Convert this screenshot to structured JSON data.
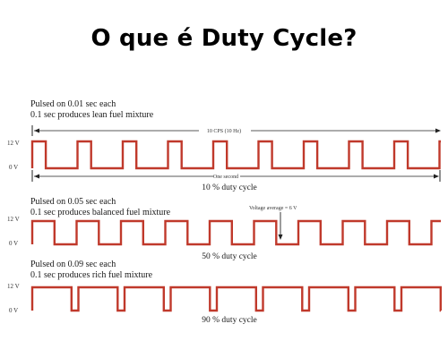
{
  "title": "O que é Duty Cycle?",
  "colors": {
    "pulse": "#c0392b",
    "axis": "#222222"
  },
  "panels": [
    {
      "line1": "Pulsed on 0.01 sec each",
      "line2": "0.1 sec produces lean fuel mixture",
      "high_label": "12 V",
      "low_label": "0 V",
      "duty": 0.3,
      "caption": "10 % duty cycle",
      "span_label": "10 CPS (10 Hz)",
      "period_label": "One second"
    },
    {
      "line1": "Pulsed on 0.05 sec each",
      "line2": "0.1 sec produces balanced fuel mixture",
      "high_label": "12 V",
      "low_label": "0 V",
      "duty": 0.5,
      "caption": "50 % duty cycle",
      "avg_label": "Voltage average = 6 V"
    },
    {
      "line1": "Pulsed on 0.09 sec each",
      "line2": "0.1 sec produces rich fuel mixture",
      "high_label": "12 V",
      "low_label": "0 V",
      "duty": 0.85,
      "caption": "90 % duty cycle"
    }
  ]
}
